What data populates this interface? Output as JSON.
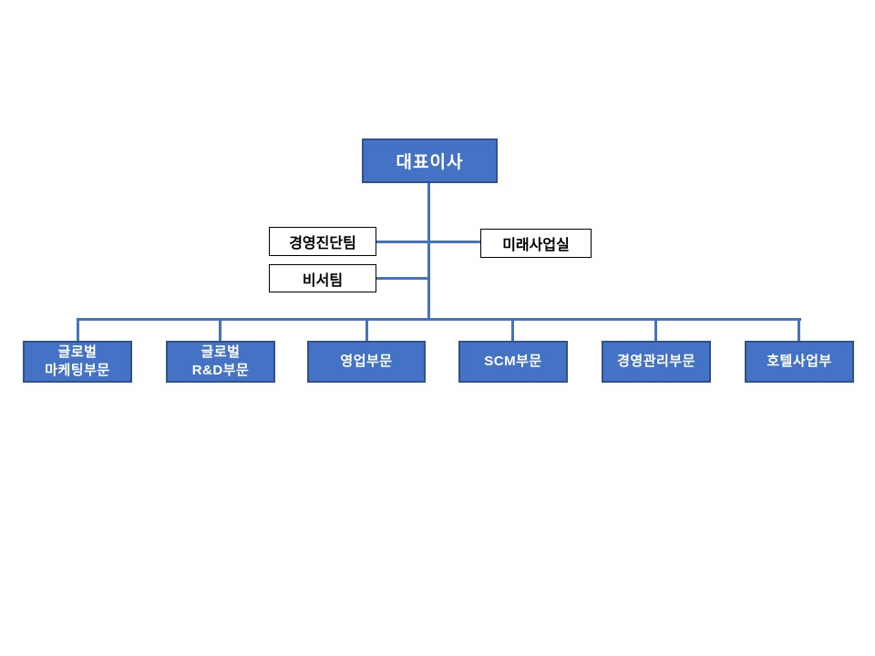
{
  "colors": {
    "background": "#FFFFFF",
    "box-fill": "#4472C4",
    "box-border": "#2F528F",
    "box-text": "#FFFFFF",
    "staff-box-fill": "#FFFFFF",
    "staff-box-border": "#000000",
    "staff-box-text": "#000000",
    "connector": "#4472C4"
  },
  "org_chart": {
    "root": {
      "label": "대표이사"
    },
    "staff_boxes": {
      "management_diagnosis": "경영진단팀",
      "secretary": "비서팀",
      "future_business": "미래사업실"
    },
    "divisions": [
      "글로벌\n마케팅부문",
      "글로벌\nR&D부문",
      "영업부문",
      "SCM부문",
      "경영관리부문",
      "호텔사업부"
    ]
  }
}
